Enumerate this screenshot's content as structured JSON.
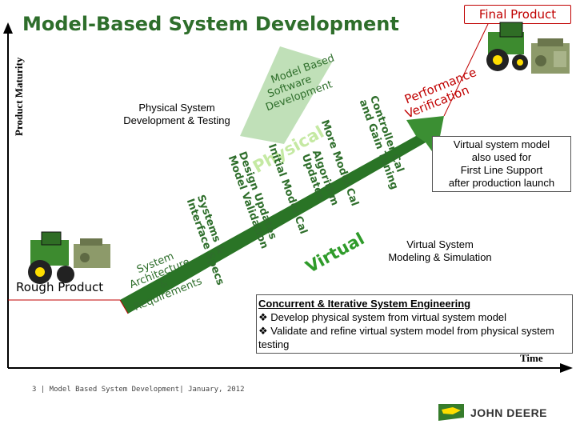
{
  "title": "Model-Based System Development",
  "final_product_label": "Final Product",
  "axis": {
    "y_label": "Product Maturity",
    "x_label": "Time"
  },
  "rough_product_label": "Rough Product",
  "physical_label": "Physical",
  "virtual_label": "Virtual",
  "physical_system_label": "Physical System Development & Testing",
  "physical_system_lines": [
    "Physical System",
    "Development & Testing"
  ],
  "model_based_lines": [
    "Model Based",
    "Software",
    "Development"
  ],
  "performance_lines": [
    "Performance",
    "Verification"
  ],
  "upper_steps": [
    "Design Updates",
    "Initial Model Cal",
    "More Model Cal",
    "Controller Cal"
  ],
  "controller_cal_lines": [
    "Controller Cal",
    "and Gain Tuning"
  ],
  "lower_steps": [
    "Interface Specs",
    "Systems &",
    "Model Validation",
    "Updates",
    "Algorithm"
  ],
  "algorithm_lines": [
    "Algorithm",
    "Updates"
  ],
  "model_validation_lines": [
    "Design Updates",
    "Model Validation"
  ],
  "systems_lines": [
    "Systems &",
    "Interface Specs"
  ],
  "system_arch_lines": [
    "System",
    "Architecture",
    "&",
    "Requirements"
  ],
  "virtual_note_lines": [
    "Virtual system model",
    "also used for",
    "First Line Support",
    "after production launch"
  ],
  "virtual_modeling_lines": [
    "Virtual System",
    "Modeling & Simulation"
  ],
  "concurrent": {
    "heading": "Concurrent & Iterative System Engineering",
    "bullets": [
      "Develop physical system from virtual system model",
      "Validate and refine virtual system model from physical system testing"
    ]
  },
  "footer": "3 | Model Based System Development| January, 2012",
  "brand": "JOHN DEERE",
  "colors": {
    "title_green": "#2e6e2b",
    "arrow_green": "#2f8a2b",
    "label_green": "#c5e9a3",
    "red": "#c00000",
    "deere_yellow": "#ffde00",
    "deere_green": "#367c2b"
  }
}
